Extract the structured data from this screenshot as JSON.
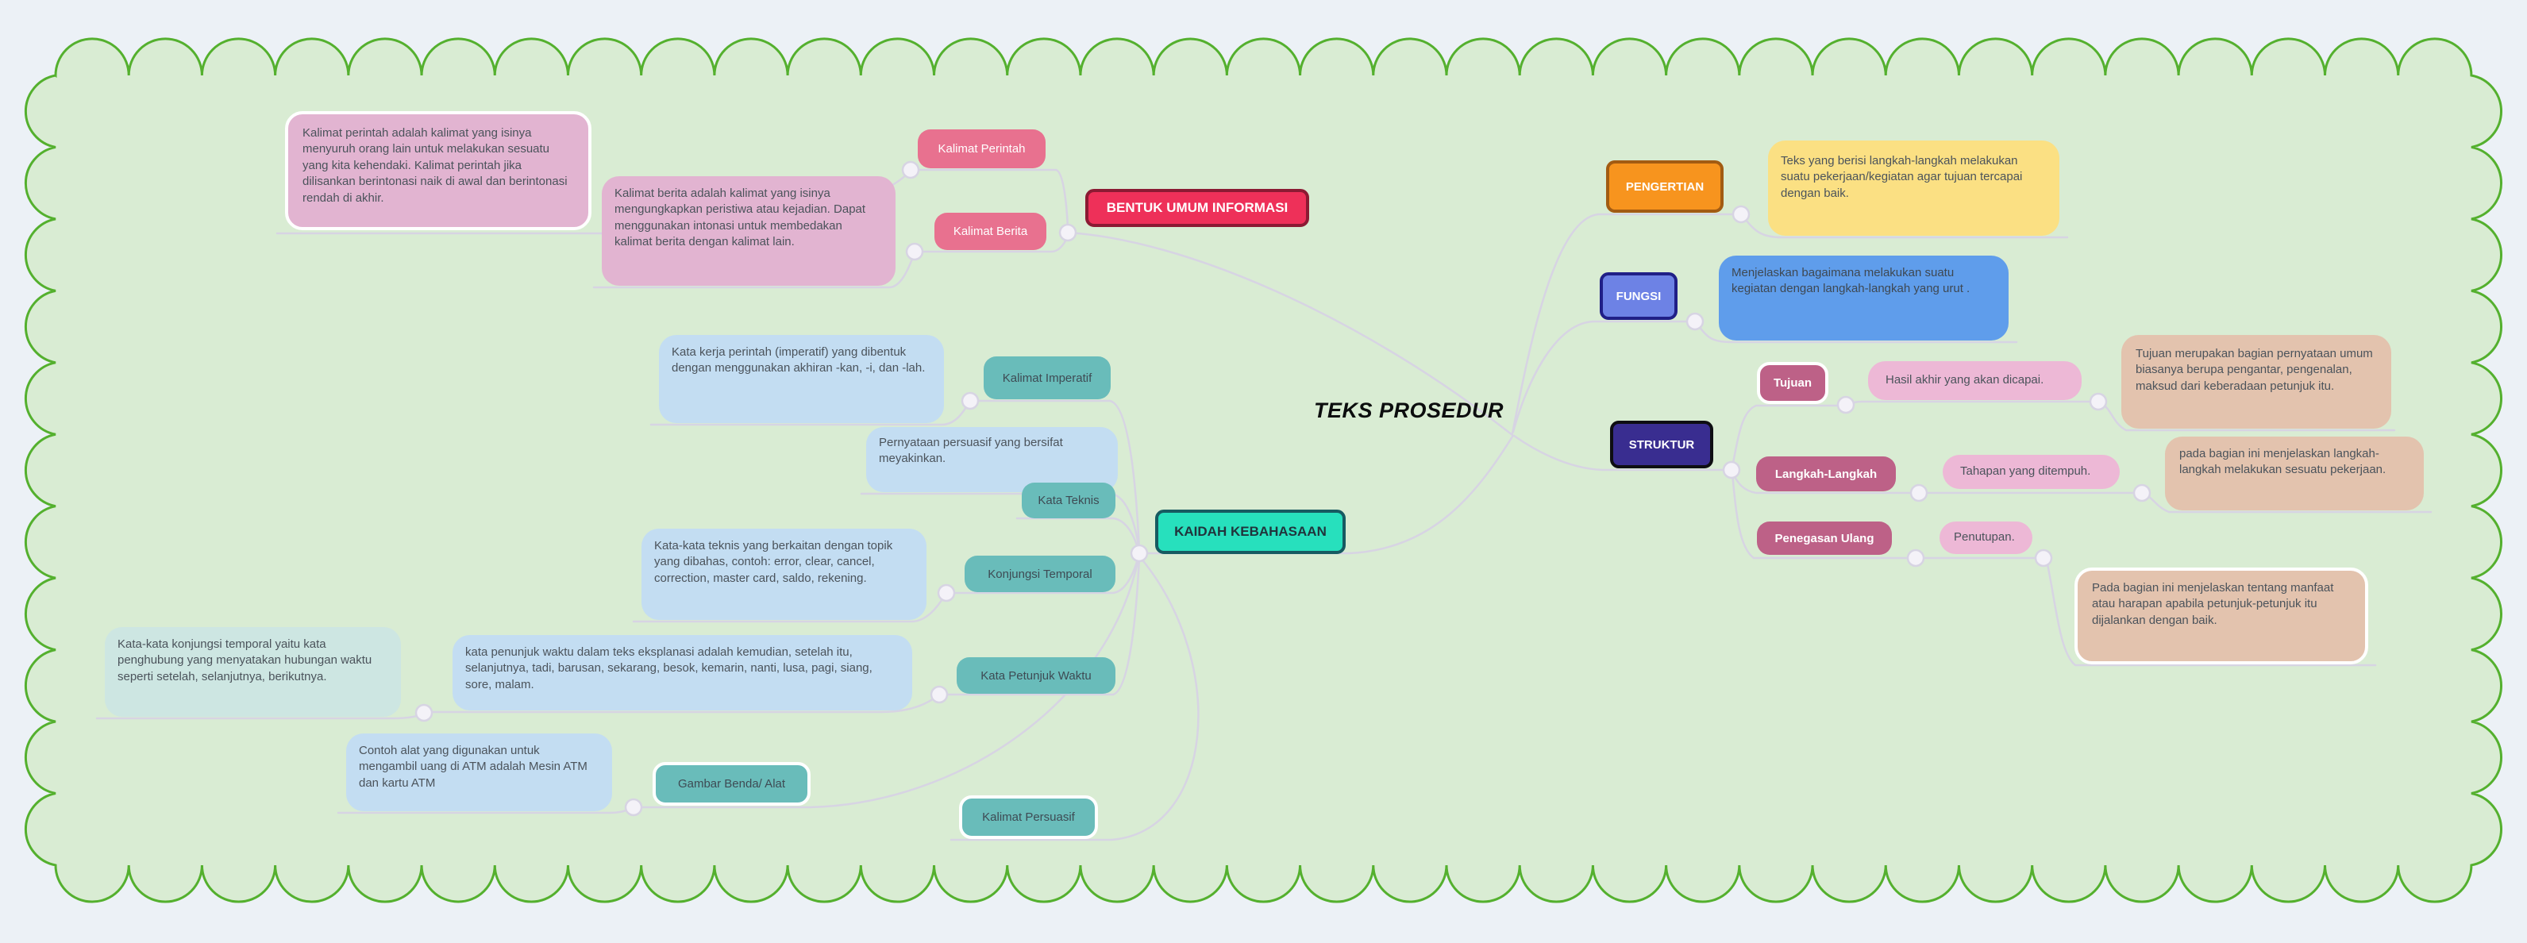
{
  "title": "TEKS PROSEDUR",
  "colors": {
    "outer_bg": "#ecf1f6",
    "cloud_fill": "#d9ecd3",
    "cloud_border": "#54b02e",
    "line": "#d7d4e3",
    "junction": "#f4f2f8",
    "title_color": "#0c0d0e",
    "body_text": "#4b535b",
    "white": "#ffffff",
    "crimson": "#ee3059",
    "crimson_border": "#8b1a33",
    "rose": "#e8718f",
    "pink_box": "#e2b4d1",
    "kaidah_fill": "#27e0bd",
    "kaidah_border": "#175a61",
    "kaidah_text": "#21343c",
    "teal_node": "#69bcba",
    "teal_text": "#3e4b54",
    "blue_light": "#c3ddf2",
    "teal_light": "#cde6e2",
    "orange": "#f7941e",
    "orange_border": "#a25b12",
    "yellow_box": "#fbe083",
    "fungsi_fill": "#6d82e5",
    "fungsi_border": "#201f87",
    "blue_med": "#5f9deb",
    "struktur_fill": "#392d90",
    "struktur_border": "#0e0e12",
    "mauve": "#bd6187",
    "pink_light": "#edb8d6",
    "tan": "#e3c3ae"
  },
  "branches": {
    "bentuk": {
      "label": "BENTUK UMUM INFORMASI",
      "children": [
        {
          "label": "Kalimat Perintah",
          "desc": "Kalimat perintah adalah kalimat yang isinya menyuruh orang lain untuk melakukan sesuatu yang kita kehendaki. Kalimat perintah jika dilisankan berintonasi naik di awal dan berintonasi rendah di akhir."
        },
        {
          "label": "Kalimat Berita",
          "desc": "Kalimat berita adalah kalimat yang isinya mengungkapkan peristiwa atau kejadian. Dapat menggunakan intonasi untuk membedakan kalimat berita dengan kalimat lain."
        }
      ]
    },
    "pengertian": {
      "label": "PENGERTIAN",
      "desc": "Teks yang berisi langkah-langkah melakukan suatu pekerjaan/kegiatan agar tujuan tercapai dengan baik."
    },
    "fungsi": {
      "label": "FUNGSI",
      "desc": "Menjelaskan bagaimana melakukan suatu kegiatan dengan langkah-langkah yang urut ."
    },
    "struktur": {
      "label": "STRUKTUR",
      "children": [
        {
          "label": "Tujuan",
          "note": "Hasil akhir yang akan dicapai.",
          "detail": "Tujuan merupakan bagian pernyataan umum biasanya berupa pengantar, pengenalan, maksud dari keberadaan petunjuk itu."
        },
        {
          "label": "Langkah-Langkah",
          "note": "Tahapan yang ditempuh.",
          "detail": "pada bagian ini menjelaskan langkah-langkah melakukan sesuatu pekerjaan."
        },
        {
          "label": "Penegasan Ulang",
          "note": "Penutupan.",
          "detail": "Pada bagian ini menjelaskan tentang manfaat atau harapan apabila petunjuk-petunjuk itu dijalankan dengan baik."
        }
      ]
    },
    "kaidah": {
      "label": "KAIDAH KEBAHASAAN",
      "note": "Pernyataan persuasif yang bersifat meyakinkan.",
      "children": [
        {
          "label": "Kalimat Imperatif",
          "desc": "Kata kerja perintah (imperatif) yang dibentuk dengan menggunakan akhiran -kan, -i, dan -lah."
        },
        {
          "label": "Kata Teknis"
        },
        {
          "label": "Konjungsi Temporal",
          "desc": "Kata-kata teknis yang berkaitan dengan topik yang dibahas, contoh: error, clear, cancel, correction, master card, saldo, rekening."
        },
        {
          "label": "Kata Petunjuk Waktu",
          "desc": "kata penunjuk waktu dalam teks eksplanasi adalah kemudian, setelah itu, selanjutnya, tadi, barusan, sekarang, besok, kemarin, nanti, lusa, pagi, siang, sore, malam.",
          "detail": "Kata-kata konjungsi temporal yaitu kata penghubung yang menyatakan hubungan waktu seperti setelah, selanjutnya, berikutnya."
        },
        {
          "label": "Gambar Benda/ Alat",
          "desc": "Contoh alat yang digunakan untuk mengambil uang di ATM adalah Mesin ATM dan kartu ATM"
        },
        {
          "label": "Kalimat Persuasif"
        }
      ]
    }
  }
}
